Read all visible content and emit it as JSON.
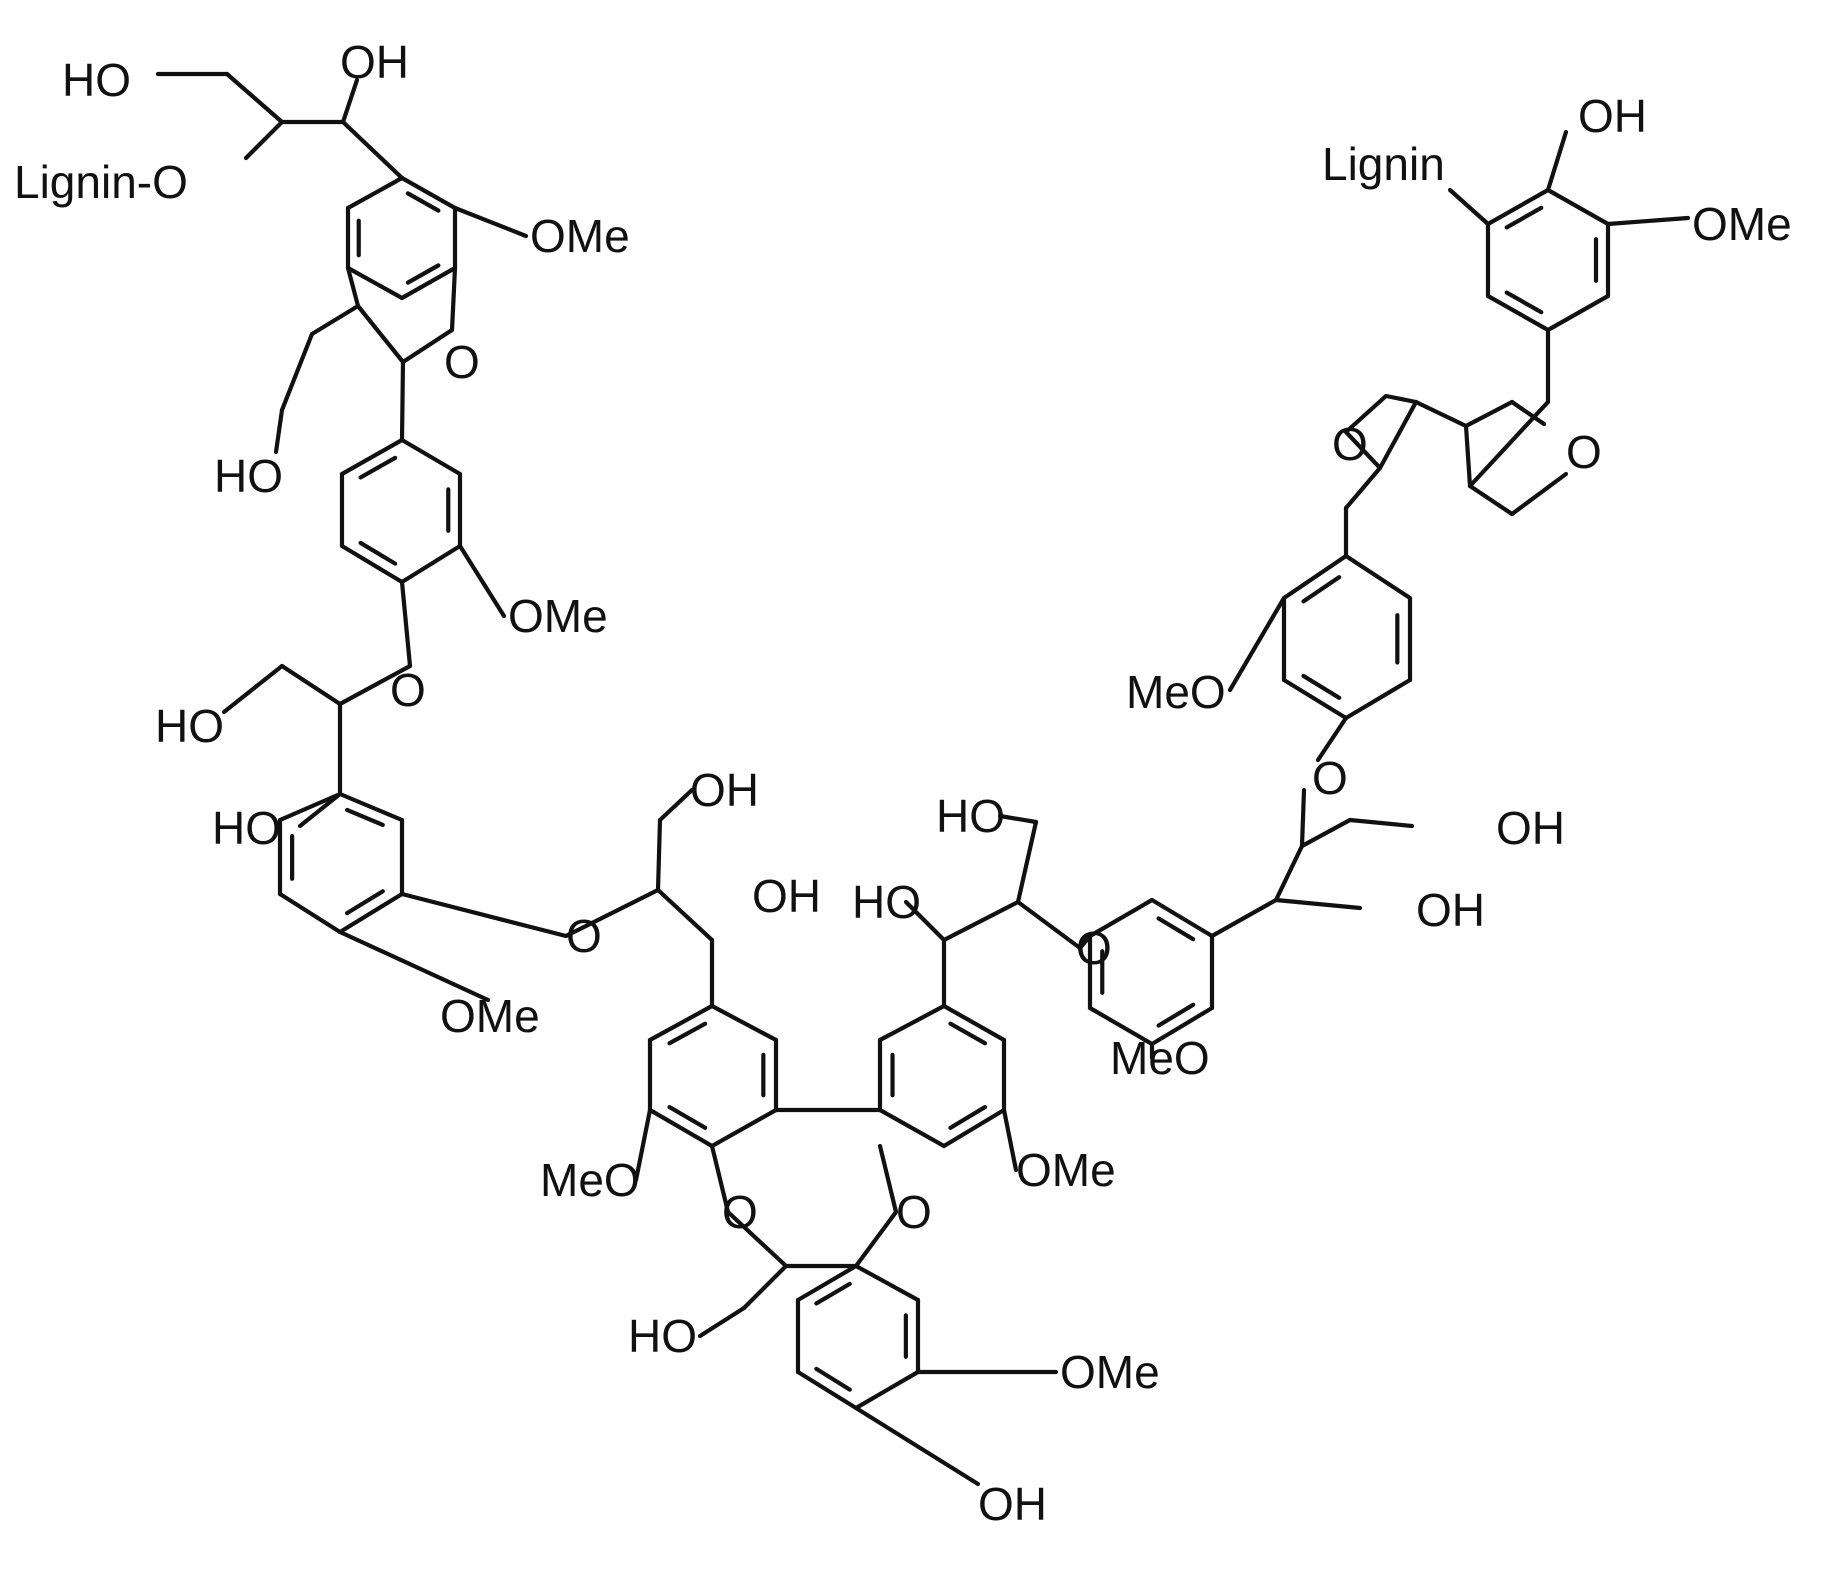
{
  "diagram": {
    "type": "chemical-structure",
    "ink_color": "#111111",
    "background_color": "#ffffff",
    "labels": {
      "l01": "HO",
      "l02": "OH",
      "l03": "Lignin-O",
      "l04": "OMe",
      "l05": "O",
      "l06": "HO",
      "l07": "OMe",
      "l08": "O",
      "l09": "HO",
      "l10": "HO",
      "l11": "O",
      "l12": "OH",
      "l13": "OMe",
      "l14": "OH",
      "l15": "MeO",
      "l16": "O",
      "l17": "O",
      "l18": "OMe",
      "l19": "HO",
      "l20": "OMe",
      "l21": "OH",
      "l22": "HO",
      "l23": "HO",
      "l24": "O",
      "l25": "MeO",
      "l26": "OH",
      "l27": "OH",
      "l28": "O",
      "l29": "MeO",
      "l30": "O",
      "l31": "O",
      "l32": "Lignin",
      "l33": "OH",
      "l34": "OMe"
    }
  }
}
